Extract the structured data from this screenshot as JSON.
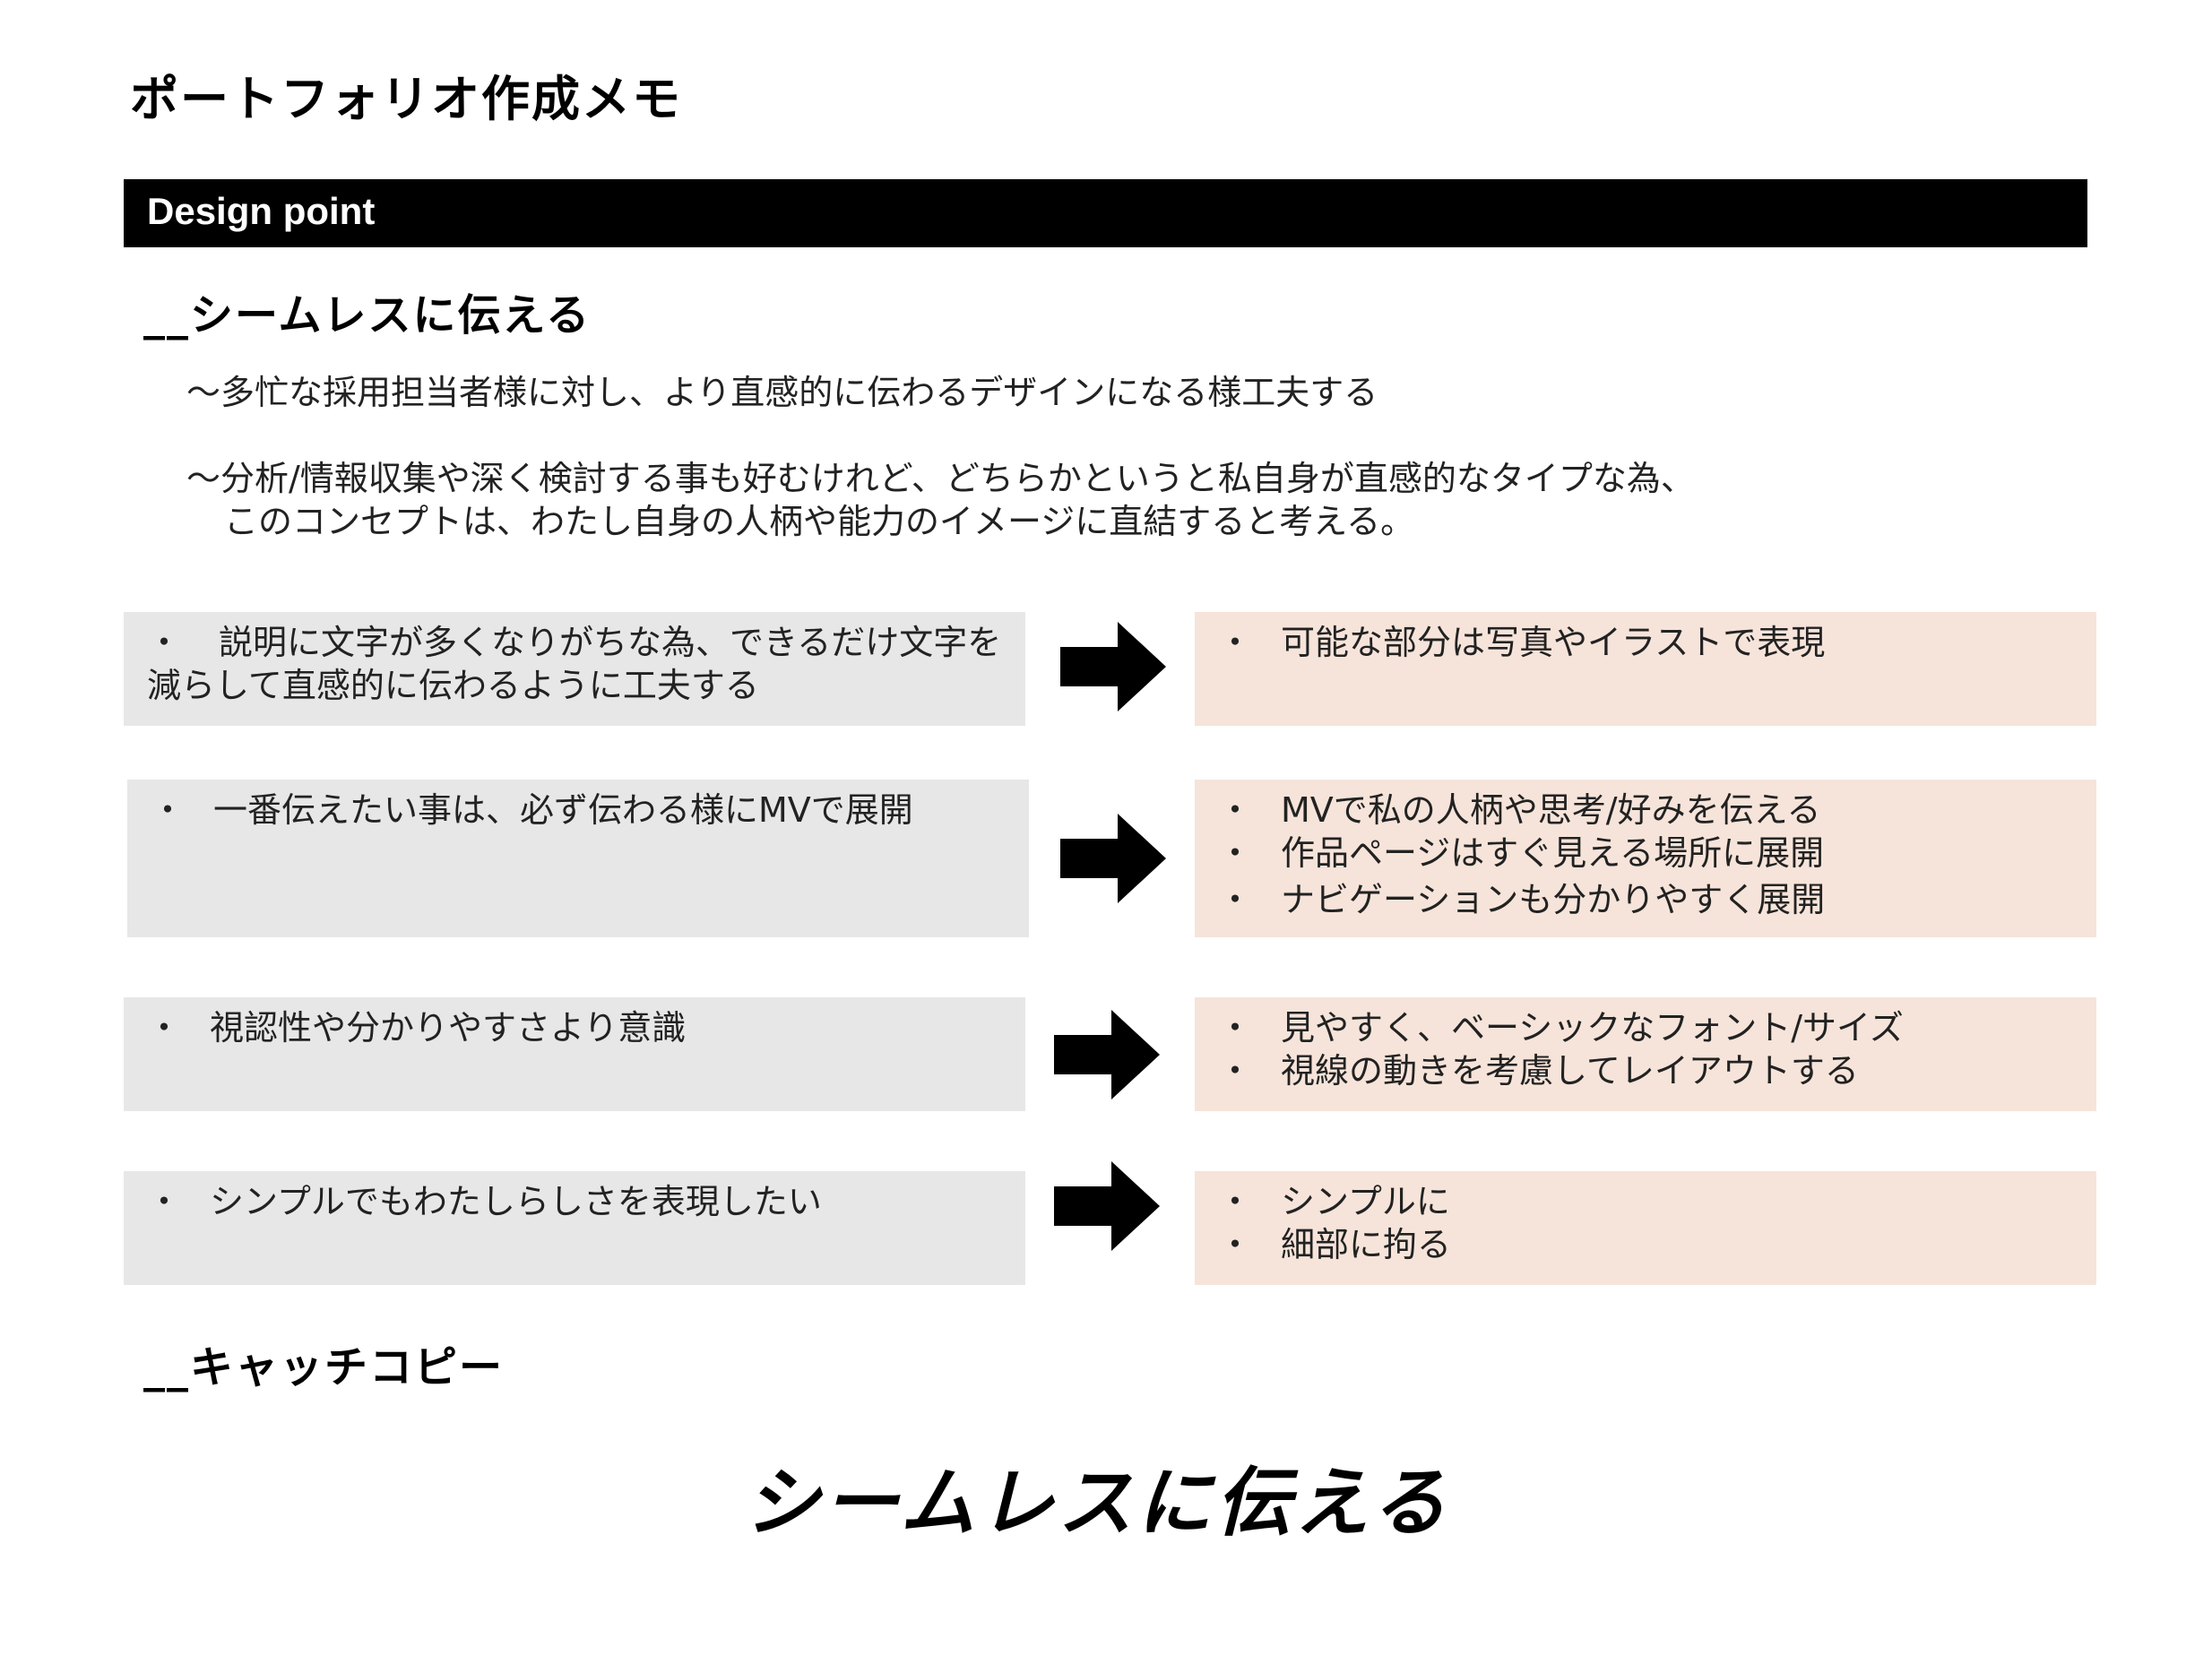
{
  "document": {
    "title": "ポートフォリオ作成メモ"
  },
  "section": {
    "label": "Design point"
  },
  "subheadings": {
    "seamless": "__シームレスに伝える",
    "catchcopy": "__キャッチコピー"
  },
  "intro": {
    "line1": "～多忙な採用担当者様に対し、より直感的に伝わるデザインになる様工夫する",
    "line2a": "～分析/情報収集や深く検討する事も好むけれど、どちらかというと私自身が直感的なタイプな為、",
    "line2b": "このコンセプトは、わたし自身の人柄や能力のイメージに直結すると考える。"
  },
  "bullet_char": "・",
  "rows": [
    {
      "problem": [
        "説明に文字が多くなりがちな為、できるだけ文字を減らして直感的に伝わるように工夫する"
      ],
      "solutions": [
        "可能な部分は写真やイラストで表現"
      ]
    },
    {
      "problem": [
        "一番伝えたい事は、必ず伝わる様にMVで展開"
      ],
      "solutions": [
        "MVで私の人柄や思考/好みを伝える",
        "作品ページはすぐ見える場所に展開",
        "ナビゲーションも分かりやすく展開"
      ]
    },
    {
      "problem": [
        "視認性や分かりやすさより意識"
      ],
      "solutions": [
        "見やすく、ベーシックなフォント/サイズ",
        "視線の動きを考慮してレイアウトする"
      ]
    },
    {
      "problem": [
        "シンプルでもわたしらしさを表現したい"
      ],
      "solutions": [
        "シンプルに",
        "細部に拘る"
      ]
    }
  ],
  "catchcopy": {
    "text": "シームレスに伝える"
  },
  "colors": {
    "problem_box": "#e7e7e7",
    "solution_box": "#f6e4da",
    "header_bar": "#000000",
    "arrow": "#000000"
  },
  "icons": {
    "arrow": "right-arrow-icon"
  }
}
